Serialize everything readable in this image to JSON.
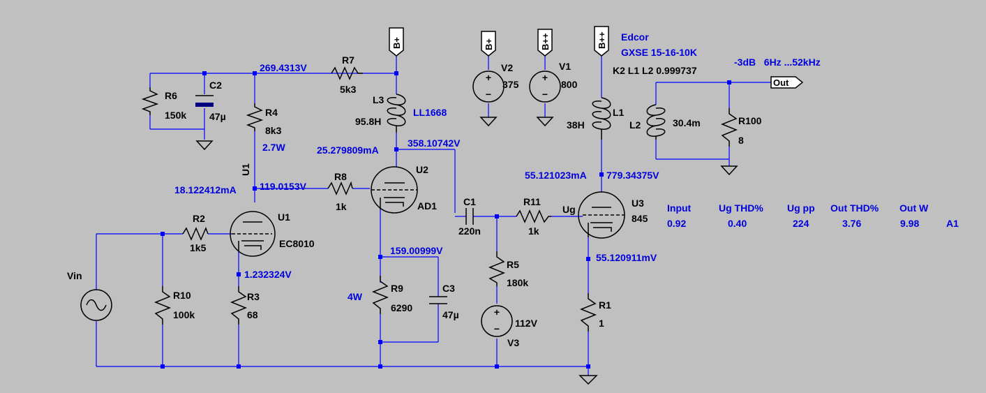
{
  "components": {
    "r6": {
      "name": "R6",
      "value": "150k"
    },
    "c2": {
      "name": "C2",
      "value": "47µ"
    },
    "r4": {
      "name": "R4",
      "value": "8k3",
      "power": "2.7W"
    },
    "r7": {
      "name": "R7",
      "value": "5k3"
    },
    "l3": {
      "name": "L3",
      "value": "95.8H",
      "part": "LL1668"
    },
    "u2": {
      "name": "U2",
      "value": "AD1"
    },
    "r8": {
      "name": "R8",
      "value": "1k"
    },
    "u1": {
      "name": "U1",
      "value": "EC8010",
      "rotated_label": "U1"
    },
    "r2": {
      "name": "R2",
      "value": "1k5"
    },
    "r3": {
      "name": "R3",
      "value": "68"
    },
    "r10": {
      "name": "R10",
      "value": "100k"
    },
    "vin": {
      "name": "Vin"
    },
    "r9": {
      "name": "R9",
      "value": "6290",
      "power": "4W"
    },
    "c3": {
      "name": "C3",
      "value": "47µ"
    },
    "c1": {
      "name": "C1",
      "value": "220n"
    },
    "r11": {
      "name": "R11",
      "value": "1k"
    },
    "r5": {
      "name": "R5",
      "value": "180k"
    },
    "v3": {
      "name": "V3",
      "value": "112V"
    },
    "v2": {
      "name": "V2",
      "value": "375"
    },
    "v1": {
      "name": "V1",
      "value": "800"
    },
    "u3": {
      "name": "U3",
      "value": "845"
    },
    "r1": {
      "name": "R1",
      "value": "1"
    },
    "l1": {
      "name": "L1",
      "value": "38H"
    },
    "l2": {
      "name": "L2",
      "value": "30.4m"
    },
    "r100": {
      "name": "R100",
      "value": "8"
    }
  },
  "flags": {
    "bplus": "B+",
    "bplusplus": "B++",
    "out": "Out",
    "ug": "Ug"
  },
  "annotations": {
    "n1": "269.4313V",
    "n2": "358.10742V",
    "n3": "25.279809mA",
    "n4": "18.122412mA",
    "n5": "119.0153V",
    "n6": "1.232324V",
    "n7": "159.00999V",
    "n8": "55.121023mA",
    "n9": "779.34375V",
    "n10": "55.120911mV",
    "edcor1": "Edcor",
    "edcor2": "GXSE 15-16-10K",
    "coupling": "K2 L1 L2  0.999737",
    "bw": "-3dB   6Hz ...52kHz"
  },
  "measurements": {
    "headers": [
      "Input",
      "Ug THD%",
      "Ug pp",
      "Out THD%",
      "Out W"
    ],
    "values": [
      "0.92",
      "0.40",
      "224",
      "3.76",
      "9.98",
      "A1"
    ]
  }
}
